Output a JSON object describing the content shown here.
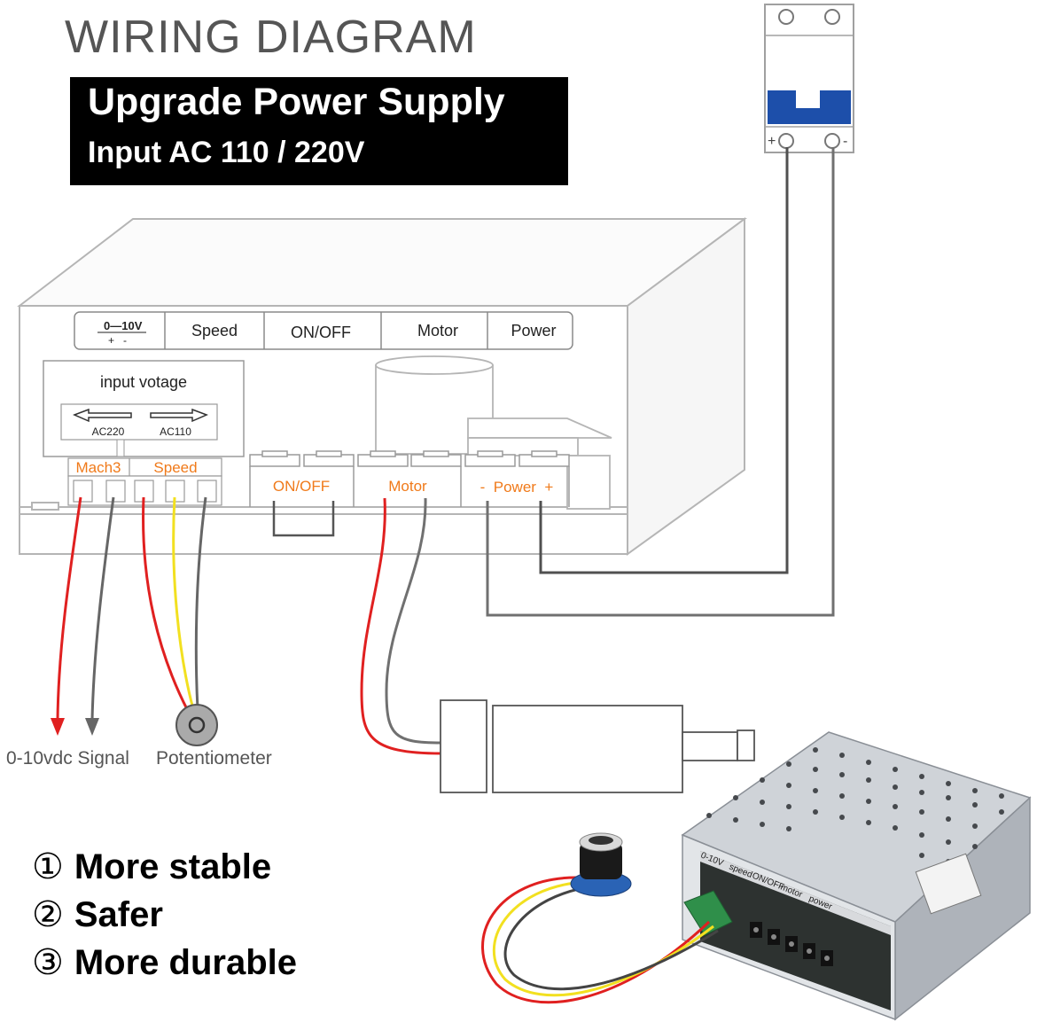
{
  "title": "WIRING DIAGRAM",
  "banner": {
    "line1": "Upgrade Power Supply",
    "line2": "Input AC 110 / 220V"
  },
  "panel_labels": {
    "voltage_top": "0—10V",
    "voltage_sub": "+   -",
    "speed": "Speed",
    "onoff": "ON/OFF",
    "motor": "Motor",
    "power": "Power"
  },
  "switch_box": {
    "title": "input votage",
    "left": "AC220",
    "right": "AC110"
  },
  "terminal_labels": {
    "mach3": "Mach3",
    "speed": "Speed",
    "onoff": "ON/OFF",
    "motor": "Motor",
    "power": "-  Power  +"
  },
  "breaker": {
    "plus": "+",
    "minus": "-"
  },
  "captions": {
    "signal": "0-10vdc Signal",
    "potentiometer": "Potentiometer"
  },
  "features": [
    {
      "num": "①",
      "text": "More stable"
    },
    {
      "num": "②",
      "text": "Safer"
    },
    {
      "num": "③",
      "text": "More durable"
    }
  ],
  "device_labels": {
    "v": "0-10V",
    "speed": "speed",
    "onoff": "ON/OFF",
    "motor": "motor",
    "power": "power"
  },
  "colors": {
    "wire_red": "#e02020",
    "wire_gray": "#666666",
    "wire_yellow": "#f2e020",
    "label_orange": "#f07a1a",
    "breaker_blue": "#1d4faa"
  }
}
